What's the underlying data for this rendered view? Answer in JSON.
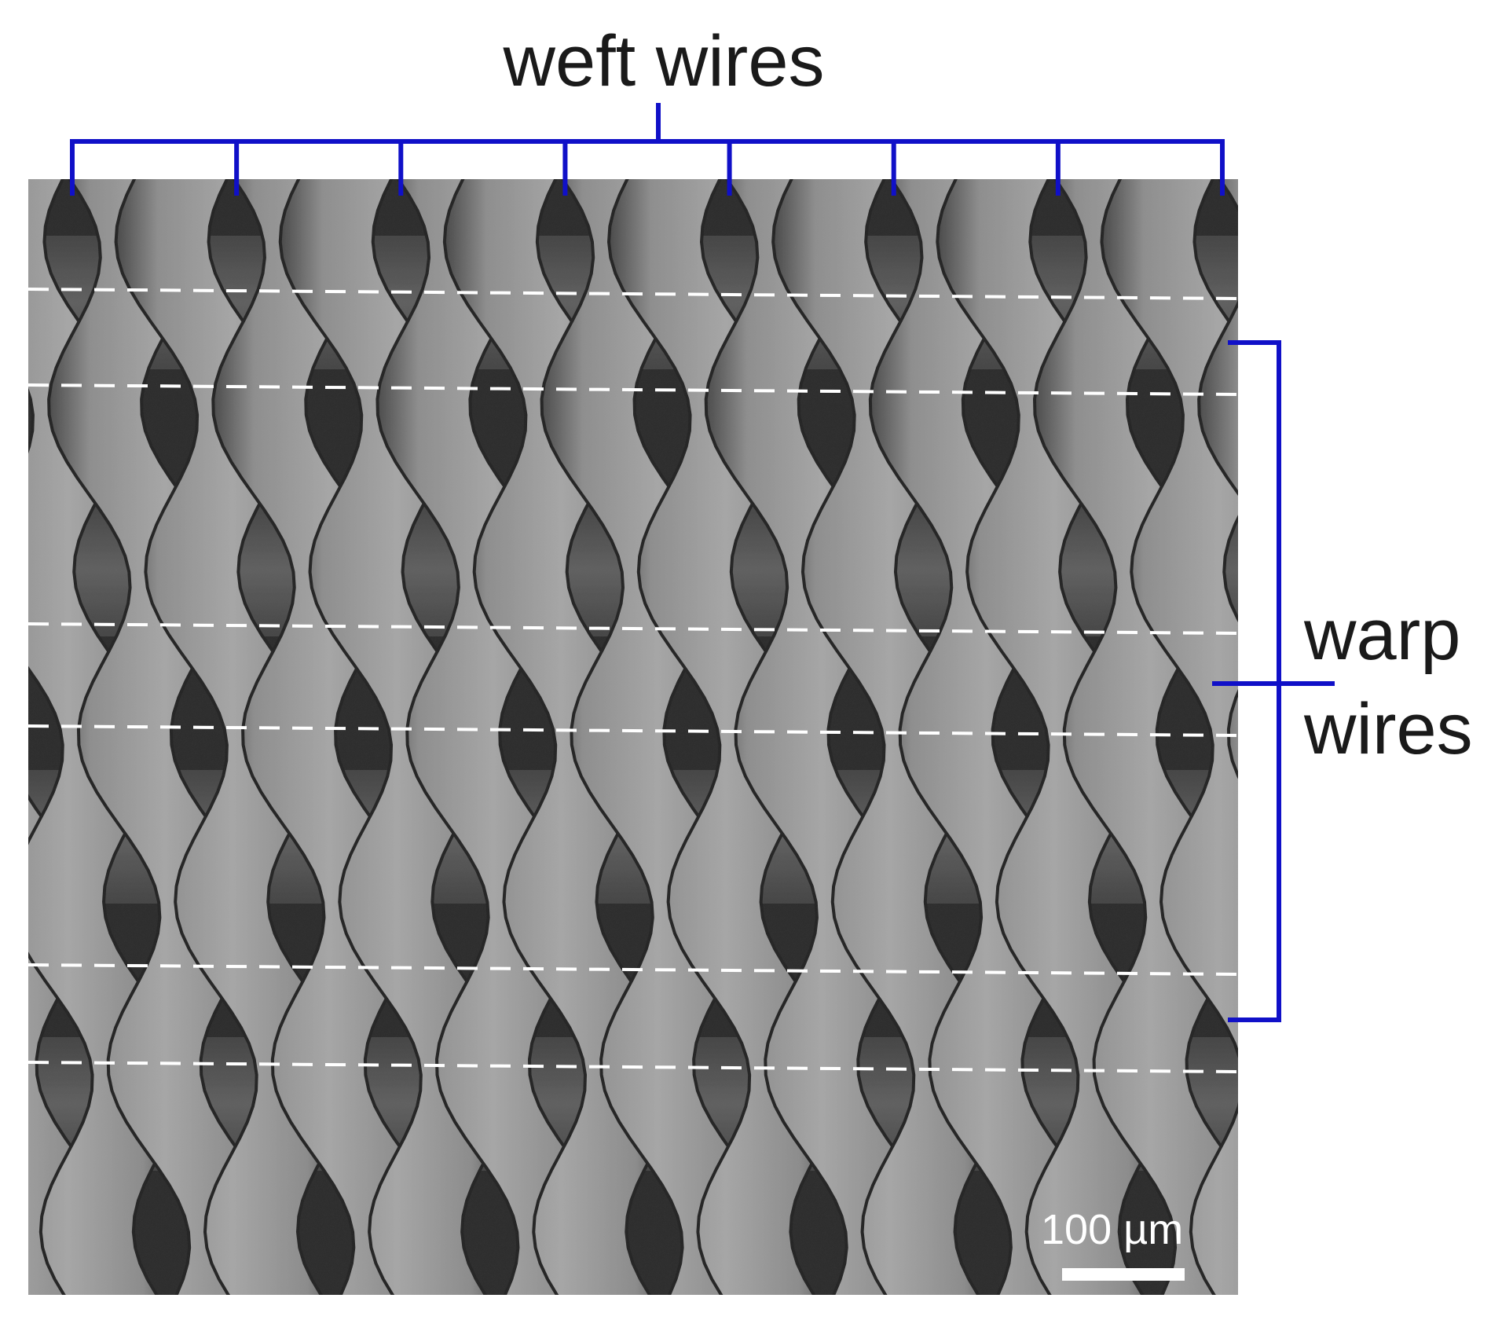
{
  "labels": {
    "weft": "weft wires",
    "warp_line1": "warp",
    "warp_line2": "wires",
    "scale": "100 µm"
  },
  "colors": {
    "bracket": "#1010c8",
    "dashed_line": "#ffffff",
    "mesh_dark": "#2c2c2c",
    "mesh_light": "#9a9a9a",
    "scale_bar": "#ffffff"
  },
  "mesh": {
    "weft_wire_count": 8,
    "warp_dashed_line_count": 6
  }
}
